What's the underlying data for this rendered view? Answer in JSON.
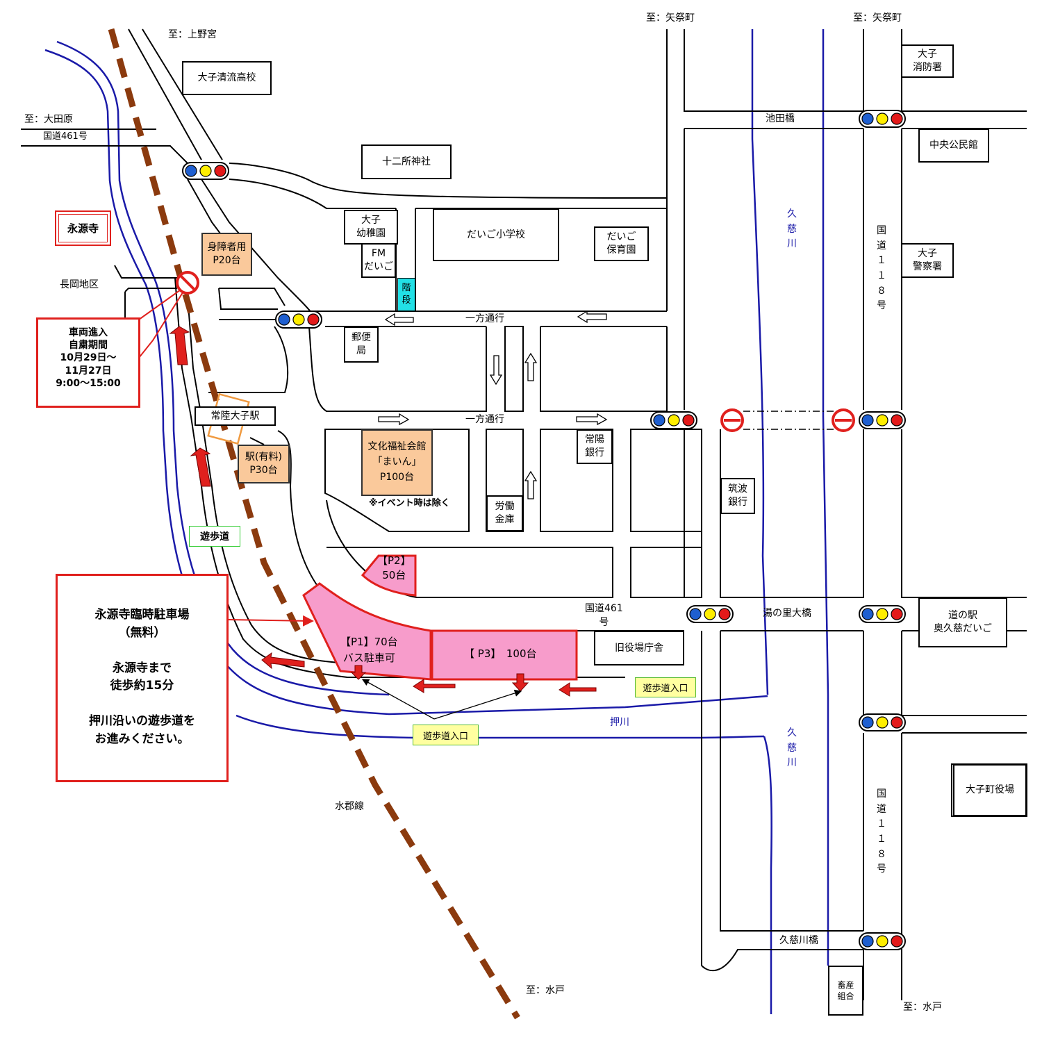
{
  "destinations": {
    "ueno": "至：上野宮",
    "ota": "至：大田原",
    "yamatsuri_left": "至：矢祭町",
    "yamatsuri_right": "至：矢祭町",
    "mito_rail": "至：水戸",
    "mito_road": "至：水戸"
  },
  "roads": {
    "route461_west": "国道461号",
    "route461_center": "国道461\n号",
    "route118_north": "国\n道\n１\n１\n８\n号",
    "route118_south": "国\n道\n１\n１\n８\n号",
    "oneway_north": "一方通行",
    "oneway_south": "一方通行"
  },
  "bridges": {
    "ikeda": "池田橋",
    "yunosato": "湯の里大橋",
    "kujigawa": "久慈川橋"
  },
  "rivers": {
    "kuji_north": "久\n慈\n川",
    "kuji_south": "久\n慈\n川",
    "oshikawa": "押川",
    "railway": "水郡線"
  },
  "places": {
    "seiryu_hs": "大子清流高校",
    "junisho_shrine": "十二所神社",
    "kindergarten": "大子\n幼稚園",
    "fm_daigo": "FM\nだいご",
    "stairs": "階\n段",
    "elementary": "だいご小学校",
    "nursery": "だいご\n保育園",
    "post_office": "郵便\n局",
    "station": "常陸大子駅",
    "joyo_bank": "常陽\n銀行",
    "tsukuba_bank": "筑波\n銀行",
    "rokin": "労働\n金庫",
    "old_office": "旧役場庁舎",
    "michinoeki": "道の駅\n奥久慈だいご",
    "town_office": "大子町役場",
    "fire_station": "大子\n消防署",
    "community_hall": "中央公民館",
    "police": "大子\n警察署",
    "chikusan": "畜産\n組合",
    "nagaoka": "長岡地区",
    "eigenji": "永源寺",
    "promenade": "遊歩道"
  },
  "parking": {
    "disabled": "身障者用\nP20台",
    "station_paid": "駅(有料)\nP30台",
    "bunka_center": "文化福祉会館\n「まいん」\nP100台",
    "bunka_note": "※イベント時は除く",
    "p1": "【P1】70台\nバス駐車可",
    "p2": "【P2】\n50台",
    "p3": "【 P3】　100台"
  },
  "entrances": {
    "right": "遊歩道入口",
    "bottom": "遊歩道入口"
  },
  "notices": {
    "vehicle_restriction": "車両進入\n自粛期間\n10月29日～\n11月27日\n9:00～15:00",
    "temp_parking": "永源寺臨時駐車場\n（無料）\n\n永源寺まで\n徒歩約15分\n\n押川沿いの遊歩道を\nお進みください。"
  },
  "colors": {
    "river": "#1a1aa8",
    "railway": "#8b3a0e",
    "parking_pink": "#f79ccb",
    "parking_orange": "#fac99b",
    "notice_red": "#e0201d",
    "signal_blue": "#1f5fd0",
    "signal_yellow": "#ffee00",
    "signal_red": "#e31a1a",
    "stairs_cyan": "#22e0e6"
  }
}
